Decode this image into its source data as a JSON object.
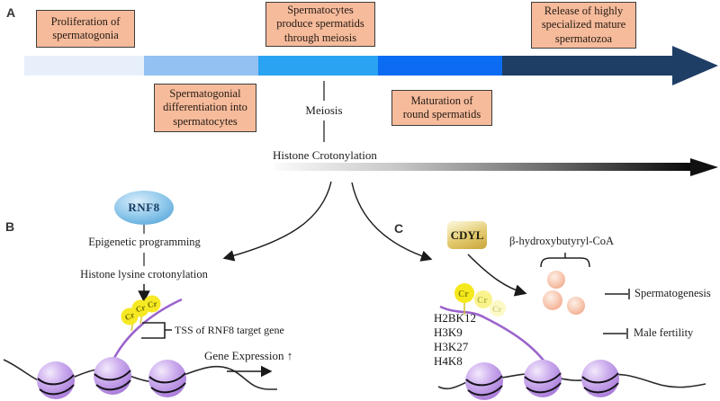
{
  "panel_a": {
    "label": "A",
    "top_boxes": [
      {
        "text": "Proliferation of\nspermatogonia"
      },
      {
        "text": "Spermatocytes\nproduce spermatids\nthrough meiosis"
      },
      {
        "text": "Release of highly\nspecialized mature\nspermatozoa"
      }
    ],
    "bottom_boxes": [
      {
        "text": "Spermatogonial\ndifferentiation into\nspermatocytes"
      },
      {
        "text": "Maturation of\nround spermatids"
      }
    ],
    "meiosis_label": "Meiosis",
    "crotonylation_label": "Histone Crotonylation",
    "timeline_colors": [
      "#e7f0fa",
      "#93c1f1",
      "#2aa3f2",
      "#0b6cf3",
      "#1f3e66"
    ]
  },
  "panel_b": {
    "label": "B",
    "protein": "RNF8",
    "step1": "Epigenetic programming",
    "step2": "Histone lysine crotonylation",
    "cr_marks": [
      "Cr",
      "Cr",
      "Cr"
    ],
    "tss_label": "TSS of RNF8 target gene",
    "gene_expression_label": "Gene Expression ↑"
  },
  "panel_c": {
    "label": "C",
    "protein": "CDYL",
    "metabolite": "β-hydroxybutyryl-CoA",
    "cr_marks": [
      "Cr",
      "Cr",
      "Cr"
    ],
    "histone_sites": [
      "H2BK12",
      "H3K9",
      "H3K27",
      "H4K8"
    ],
    "inhibited_outcomes": [
      "Spermatogenesis",
      "Male fertility"
    ]
  },
  "colors": {
    "stage_box_bg": "#f6bb9b",
    "stage_box_border": "#3d3d3d",
    "rnf8_fill": "#5aa8dc",
    "cdyl_fill": "#cfa93e",
    "nucleosome_fill": "#a678d8",
    "dna_strand_purple": "#9b63cc",
    "crotonyl_mark_yellow": "#f6e822",
    "hydroxybutyryl_orange": "#f2a98c"
  }
}
